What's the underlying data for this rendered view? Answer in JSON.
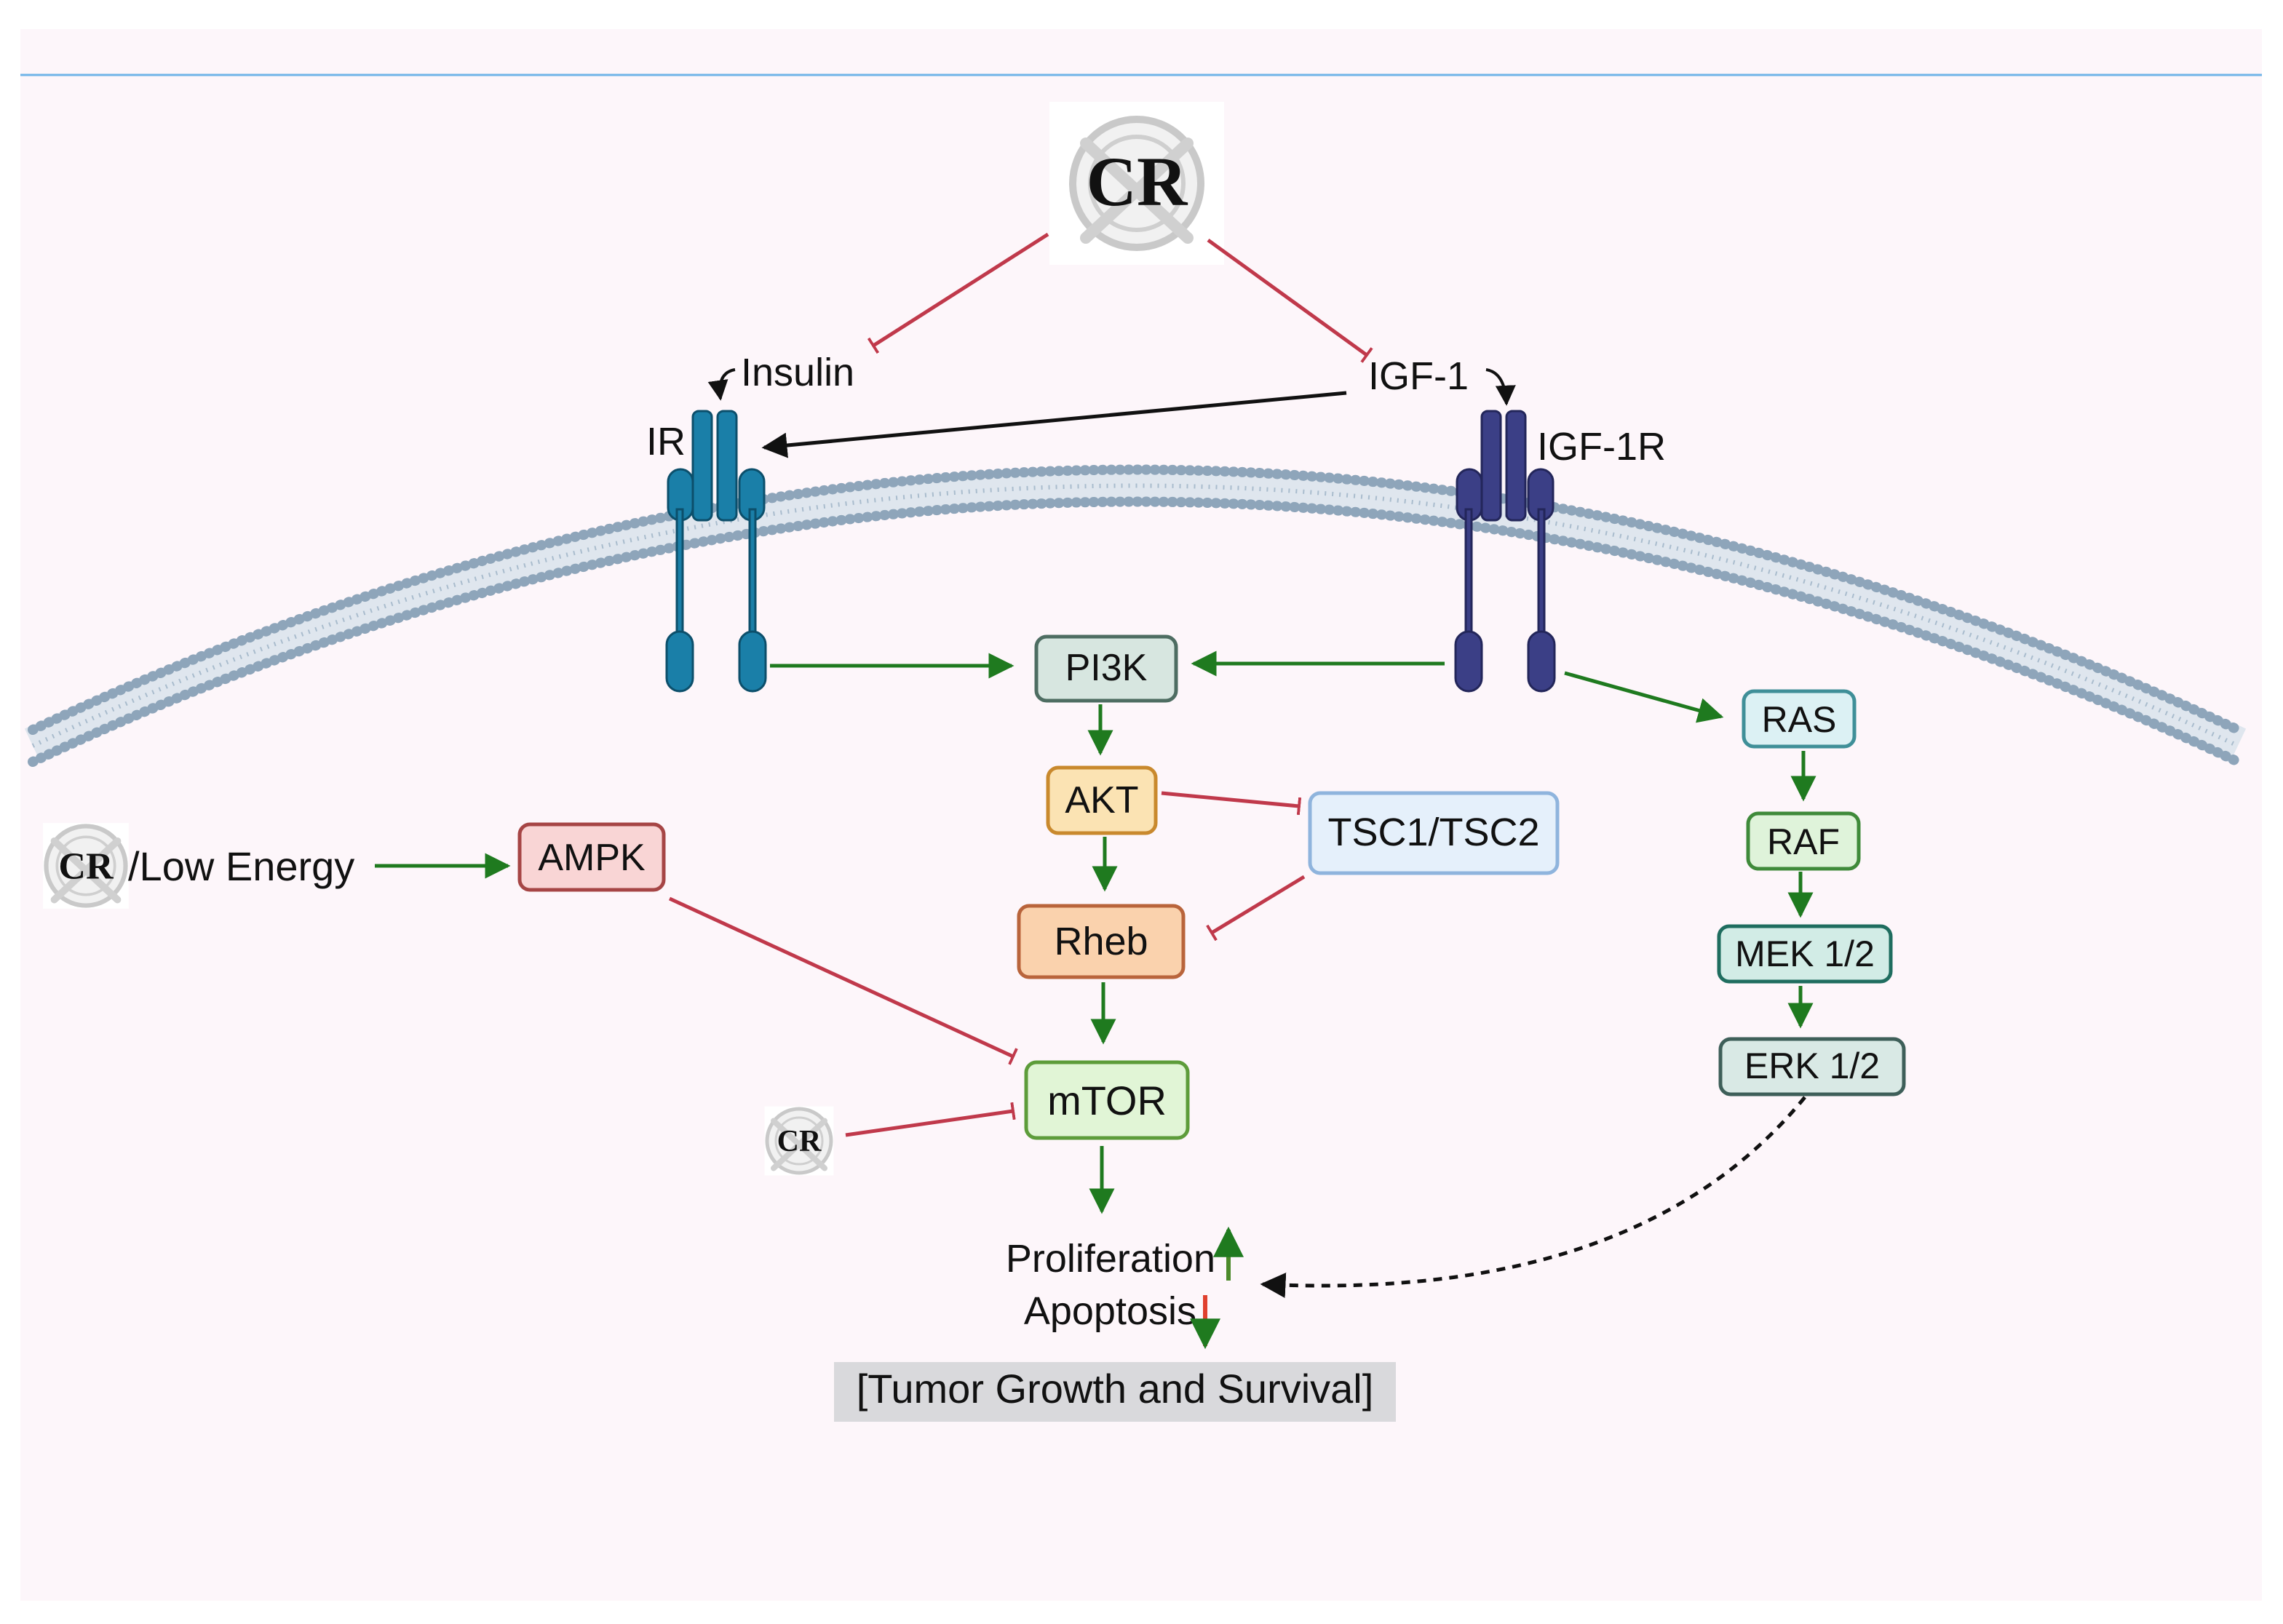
{
  "cr_logo": {
    "text": "CR"
  },
  "labels": {
    "insulin": "Insulin",
    "igf1": "IGF-1",
    "ir": "IR",
    "igf1r": "IGF-1R",
    "cr_low_energy": "/Low Energy",
    "proliferation": "Proliferation",
    "apoptosis": "Apoptosis",
    "outcome": "[Tumor Growth and Survival]"
  },
  "nodes": {
    "pi3k": "PI3K",
    "akt": "AKT",
    "tsc": "TSC1/TSC2",
    "rheb": "Rheb",
    "mtor": "mTOR",
    "ampk": "AMPK",
    "ras": "RAS",
    "raf": "RAF",
    "mek": "MEK 1/2",
    "erk": "ERK 1/2"
  },
  "colors": {
    "activate": "#1f7a1f",
    "inhibit": "#c0394b",
    "membrane": "#9db2c6",
    "ir_receptor": "#1a7fa8",
    "igf1r_receptor": "#3b3f86",
    "background": "#fdf6fa"
  }
}
